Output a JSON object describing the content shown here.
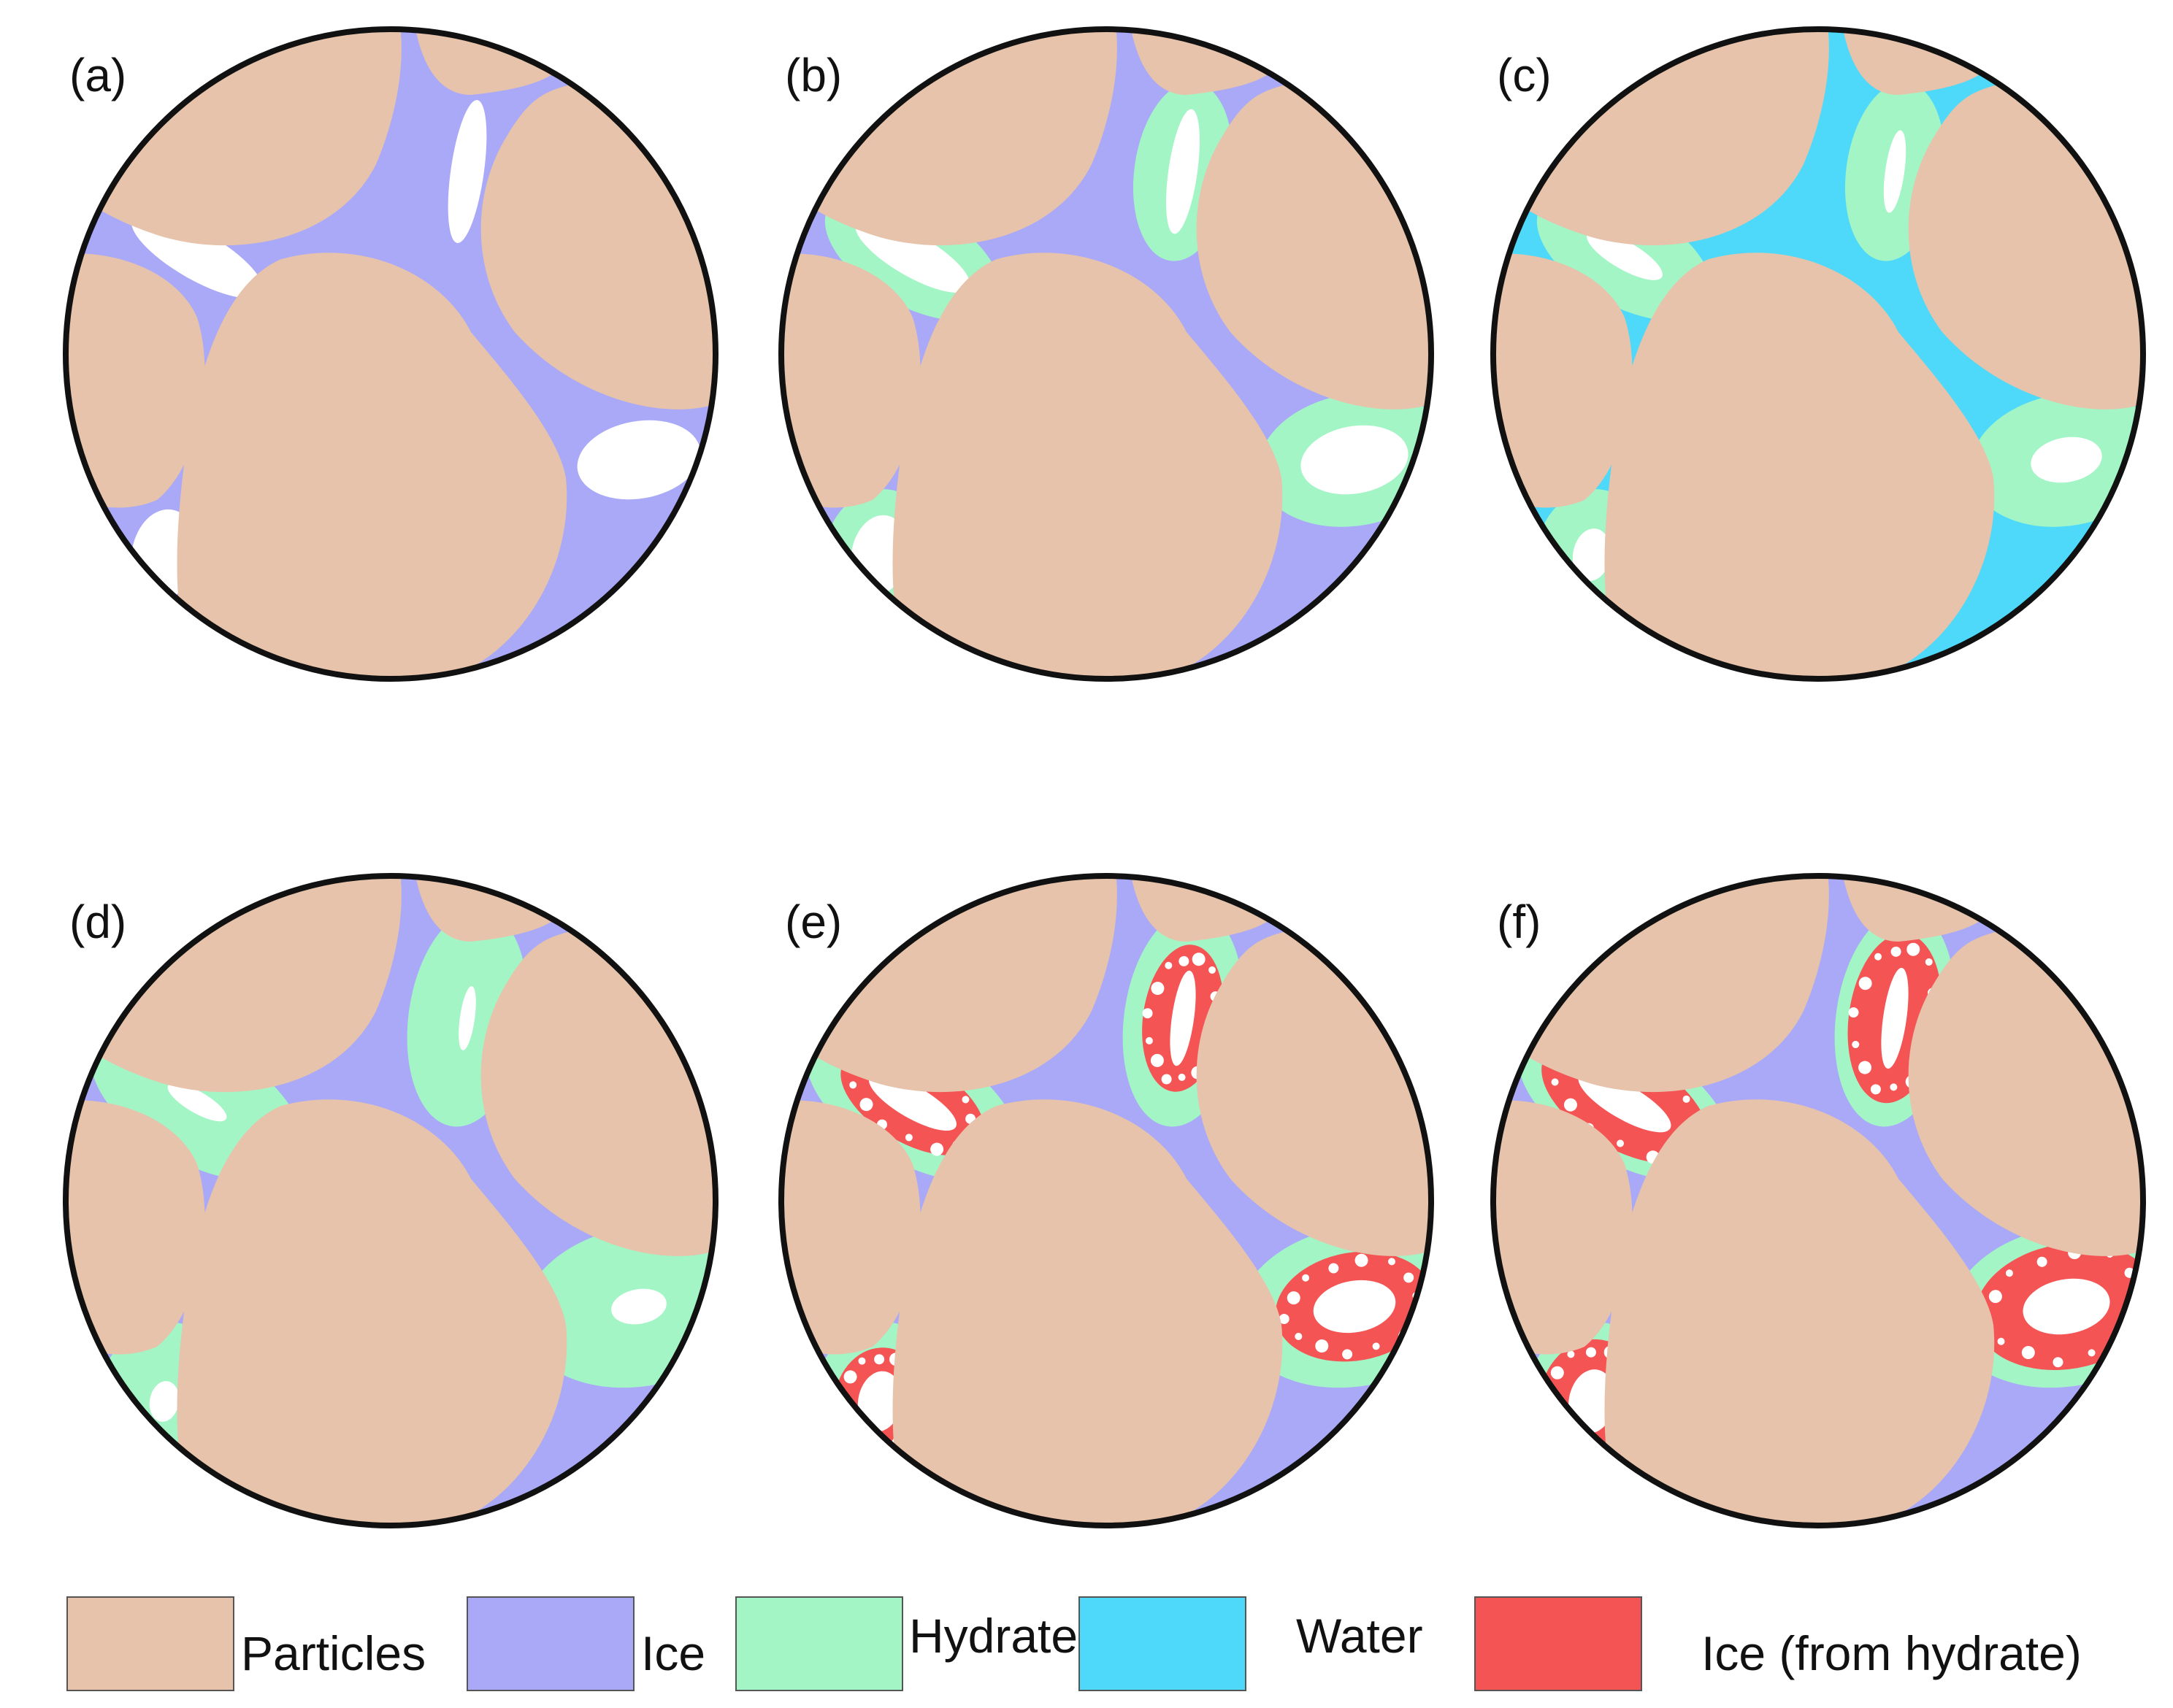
{
  "colors": {
    "particles": "#e6c3aa",
    "ice": "#a9a9f8",
    "hydrate": "#a3f5c6",
    "water": "#4ed9fa",
    "ice_from_hydrate": "#f55454",
    "void": "#ffffff",
    "outline": "#111111"
  },
  "panels": [
    {
      "label": "(a)",
      "stage": "ice"
    },
    {
      "label": "(b)",
      "stage": "ice-hydrate-shell"
    },
    {
      "label": "(c)",
      "stage": "water-hydrate"
    },
    {
      "label": "(d)",
      "stage": "hydrate"
    },
    {
      "label": "(e)",
      "stage": "hydrate-decomposing"
    },
    {
      "label": "(f)",
      "stage": "ice-from-hydrate"
    }
  ],
  "legend": [
    {
      "label": "Particles",
      "color_key": "particles"
    },
    {
      "label": "Ice",
      "color_key": "ice"
    },
    {
      "label": "Hydrate",
      "color_key": "hydrate"
    },
    {
      "label": "Water",
      "color_key": "water"
    },
    {
      "label": "Ice (from hydrate)",
      "color_key": "ice_from_hydrate"
    }
  ]
}
